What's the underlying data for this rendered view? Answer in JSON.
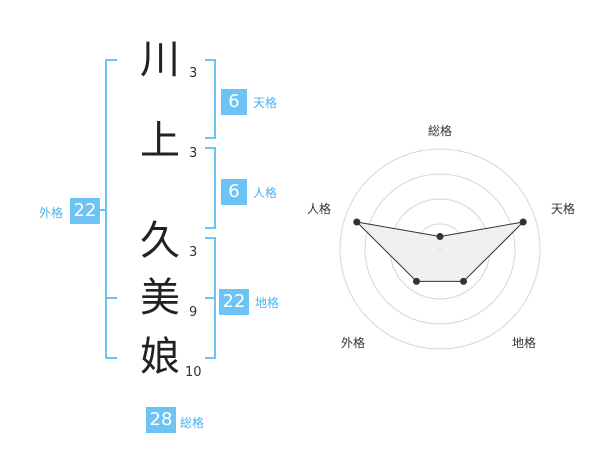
{
  "name": {
    "surname": [
      {
        "char": "川",
        "strokes": "3"
      },
      {
        "char": "上",
        "strokes": "3"
      }
    ],
    "given": [
      {
        "char": "久",
        "strokes": "3"
      },
      {
        "char": "美",
        "strokes": "9"
      },
      {
        "char": "娘",
        "strokes": "10"
      }
    ]
  },
  "kakusuu": {
    "tenkaku": {
      "value": "6",
      "label": "天格"
    },
    "jinkaku": {
      "value": "6",
      "label": "人格"
    },
    "chikaku": {
      "value": "22",
      "label": "地格"
    },
    "gaikaku": {
      "value": "22",
      "label": "外格"
    },
    "soukaku": {
      "value": "28",
      "label": "総格"
    }
  },
  "colors": {
    "accent": "#6ec3f5",
    "accent_text": "#4ab3ef",
    "ring": "#d6d6d6",
    "polygon_fill": "#eeeeee",
    "polygon_stroke": "#333333",
    "point": "#333333"
  },
  "chart_data": {
    "type": "radar",
    "axes": [
      "総格",
      "天格",
      "地格",
      "外格",
      "人格"
    ],
    "levels": 4,
    "max": 4,
    "values": [
      0.5,
      3.5,
      1.6,
      1.6,
      3.5
    ]
  }
}
